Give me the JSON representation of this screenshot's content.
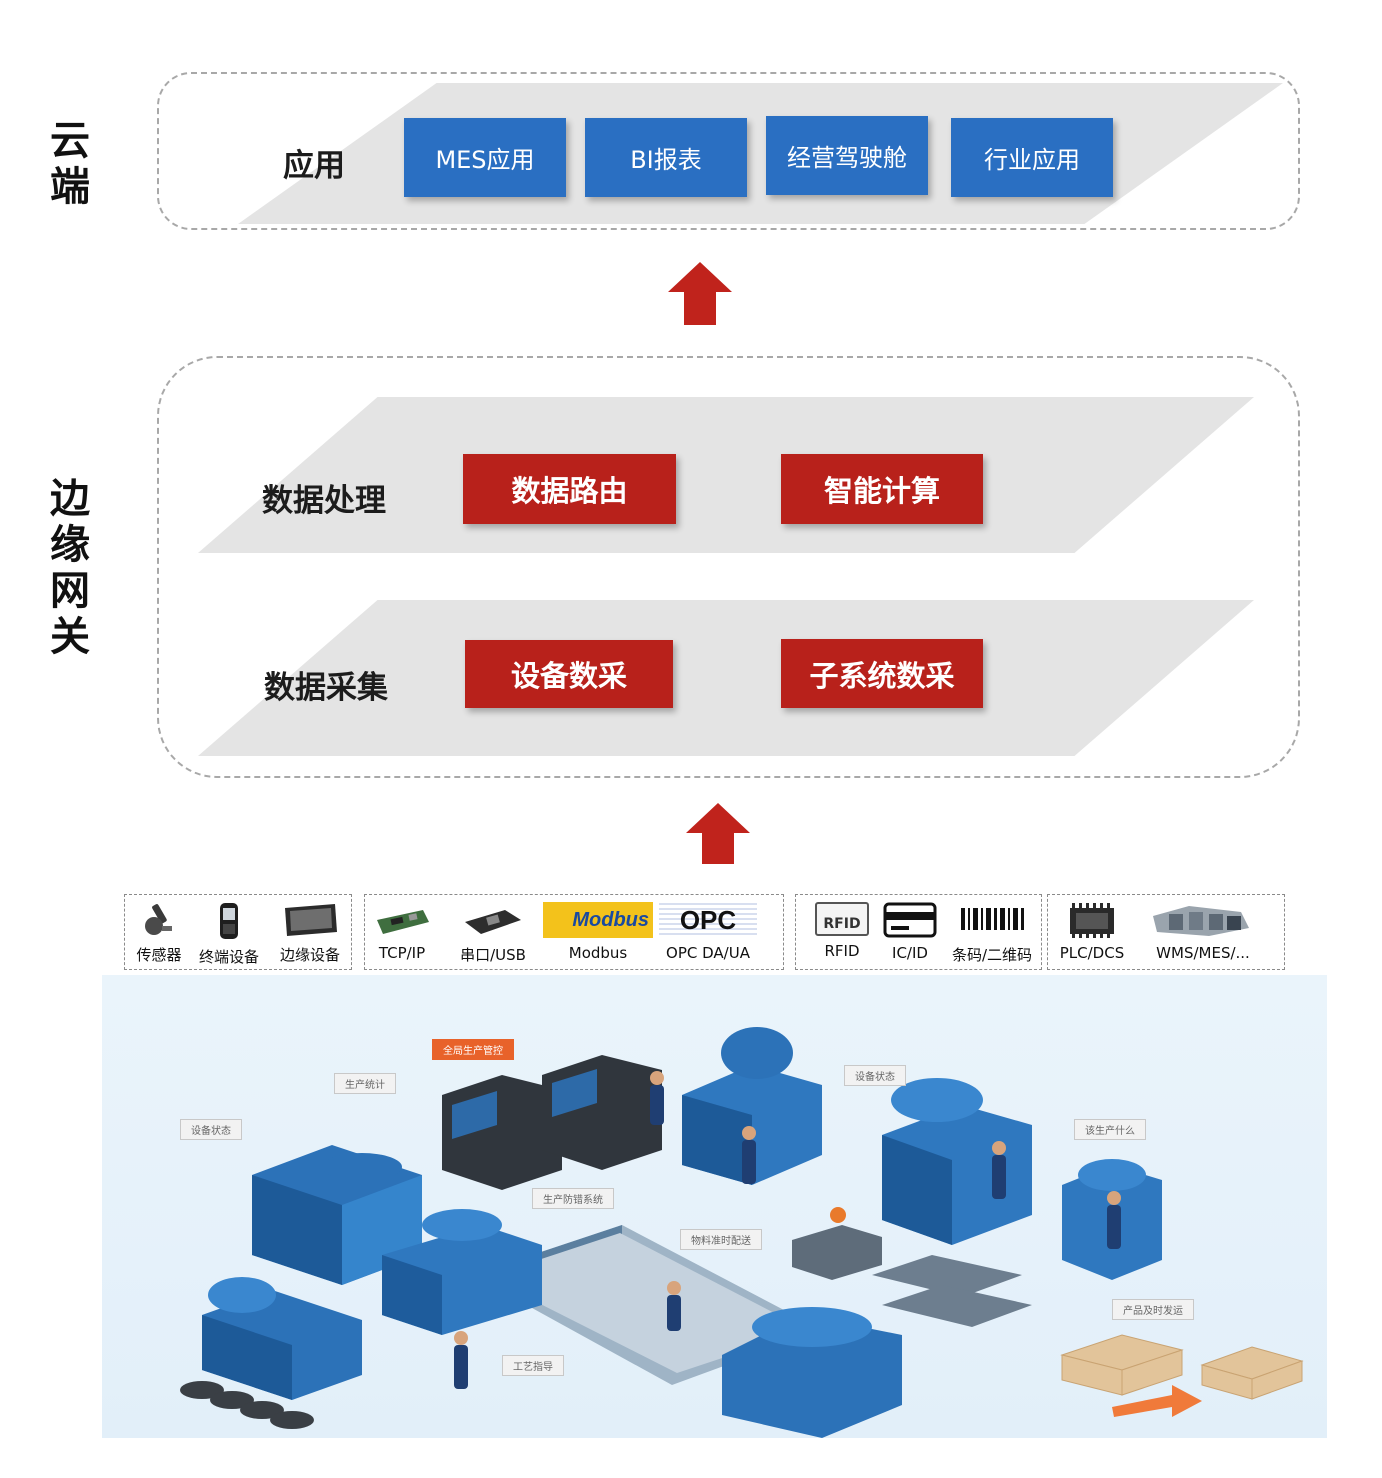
{
  "cloud": {
    "side_label": "云端",
    "layer_label": "应用",
    "boxes": [
      "MES应用",
      "BI报表",
      "经营驾驶舱",
      "行业应用"
    ]
  },
  "edge": {
    "side_label": "边缘网关",
    "processing": {
      "label": "数据处理",
      "boxes": [
        "数据路由",
        "智能计算"
      ]
    },
    "collection": {
      "label": "数据采集",
      "boxes": [
        "设备数采",
        "子系统数采"
      ]
    }
  },
  "sources": {
    "devices": [
      "传感器",
      "终端设备",
      "边缘设备"
    ],
    "protocols": [
      "TCP/IP",
      "串口/USB",
      "Modbus",
      "OPC DA/UA"
    ],
    "identification": [
      "RFID",
      "IC/ID",
      "条码/二维码"
    ],
    "systems": [
      "PLC/DCS",
      "WMS/MES/..."
    ],
    "modbus_logo": "Modbus",
    "opc_logo": "OPC",
    "rfid_logo": "RFID"
  },
  "factory": {
    "tags": [
      "全局生产管控",
      "生产统计",
      "设备状态",
      "设备状态",
      "该生产什么",
      "生产防错系统",
      "物料准时配送",
      "产品及时发运",
      "工艺指导"
    ]
  },
  "colors": {
    "blue_box": "#2a6fc2",
    "red_box": "#b8211b",
    "arrow": "#c0231c",
    "plane": "#e4e4e4",
    "frame": "#a8a8a8"
  }
}
